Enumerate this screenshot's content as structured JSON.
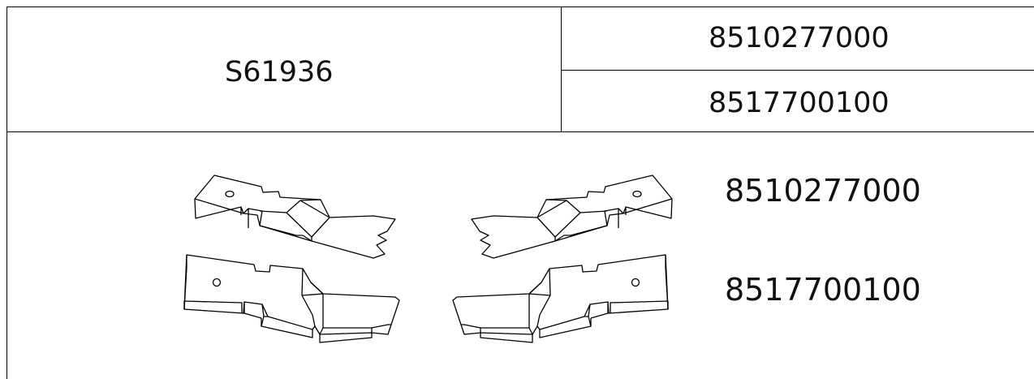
{
  "header": {
    "code": "S61936",
    "part_numbers": [
      "8510277000",
      "8517700100"
    ]
  },
  "parts": {
    "labels": [
      "8510277000",
      "8517700100"
    ]
  }
}
